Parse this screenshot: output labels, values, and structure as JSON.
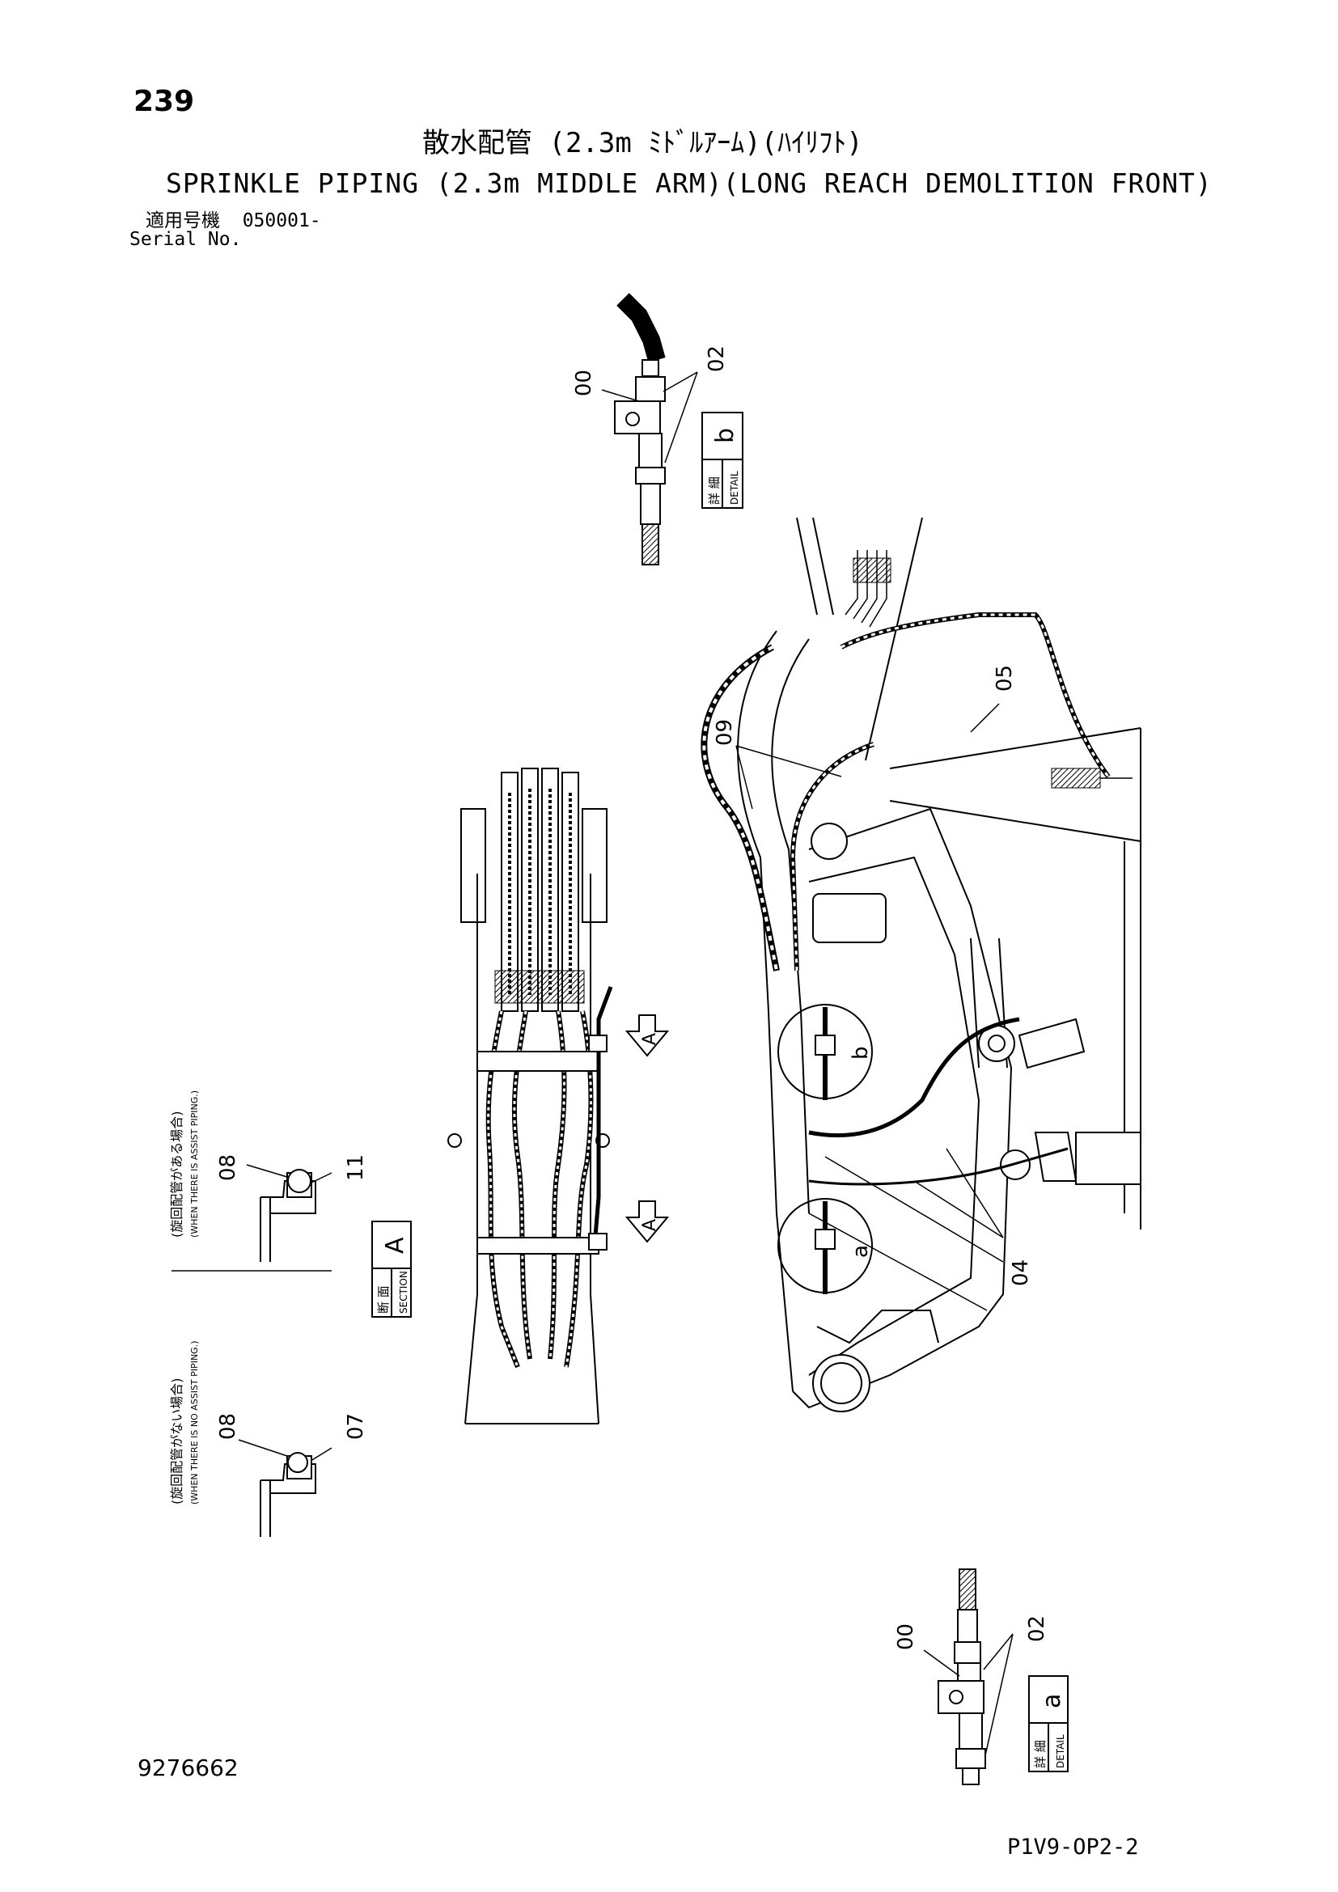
{
  "header": {
    "page_number": "239",
    "title_ja": "散水配管 (2.3m ﾐﾄﾞﾙｱｰﾑ)(ﾊｲﾘﾌﾄ)",
    "title_en": "SPRINKLE PIPING (2.3m MIDDLE ARM)(LONG REACH DEMOLITION FRONT)",
    "serial_label_ja": "適用号機",
    "serial_value": "050001-",
    "serial_label_en": "Serial No."
  },
  "footer": {
    "document_number": "9276662",
    "page_code": "P1V9-OP2-2"
  },
  "callouts": {
    "detail_b_00": "00",
    "detail_b_02": "02",
    "detail_a_00": "00",
    "detail_a_02": "02",
    "main_05": "05",
    "main_09": "09",
    "main_04": "04",
    "assist_08": "08",
    "assist_11": "11",
    "noassist_08": "08",
    "noassist_07": "07",
    "circle_a": "a",
    "circle_b": "b"
  },
  "boxes": {
    "detail_b": {
      "letter": "b",
      "ja": "詳 細",
      "en": "DETAIL"
    },
    "detail_a": {
      "letter": "a",
      "ja": "詳 細",
      "en": "DETAIL"
    },
    "section_a": {
      "letter": "A",
      "ja": "断 面",
      "en": "SECTION"
    }
  },
  "section_arrows": {
    "upper": "A",
    "lower": "A"
  },
  "notes": {
    "assist_ja": "(旋回配管がある場合)",
    "assist_en": "(WHEN THERE IS ASSIST PIPING.)",
    "noassist_ja": "(旋回配管がない場合)",
    "noassist_en": "(WHEN THERE IS NO ASSIST PIPING.)"
  }
}
